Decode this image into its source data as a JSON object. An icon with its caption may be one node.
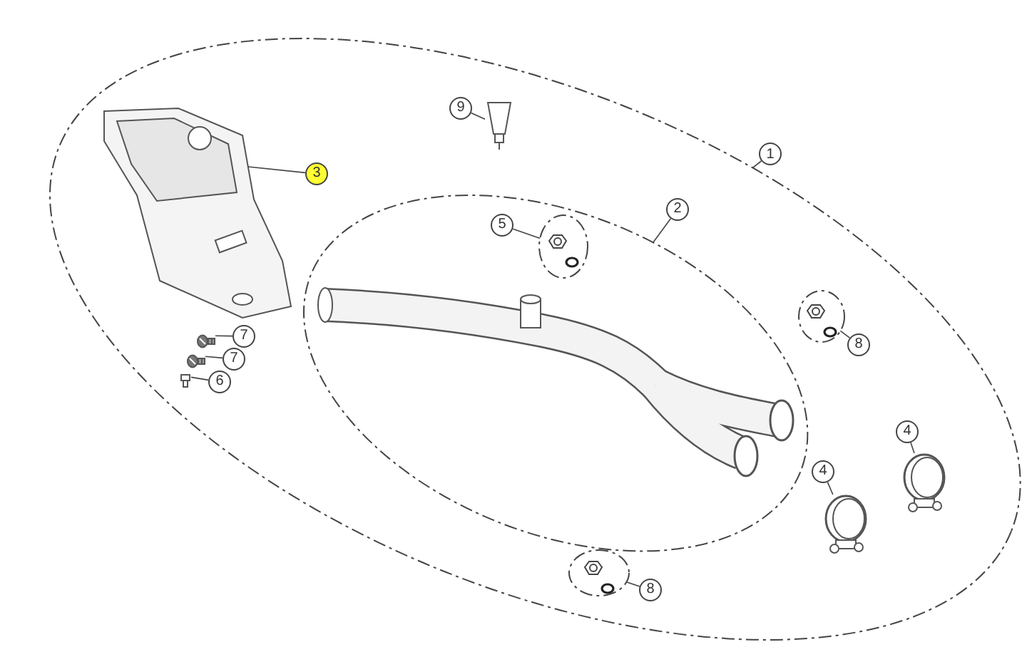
{
  "diagram": {
    "nodes": [
      {
        "text": [],
        "shape": "ellipse"
      },
      {
        "text": [
          "1"
        ]
      },
      {
        "text": [],
        "shape": "picture",
        "in": 0
      },
      {
        "text": [
          "3"
        ],
        "in": 0
      },
      {
        "text": [],
        "shape": "picture",
        "in": 0
      },
      {
        "text": [
          "7"
        ],
        "in": 0
      },
      {
        "text": [],
        "shape": "picture",
        "in": 0
      },
      {
        "text": [
          "7"
        ],
        "in": 0
      },
      {
        "text": [],
        "shape": "picture",
        "in": 0
      },
      {
        "text": [
          "6"
        ],
        "in": 0
      },
      {
        "text": [],
        "shape": "picture",
        "in": 0
      },
      {
        "text": [
          "9"
        ],
        "in": 0
      },
      {
        "text": [],
        "shape": "ellipse",
        "in": 0
      },
      {
        "text": [
          "2"
        ],
        "in": 0
      },
      {
        "text": [],
        "shape": "ellipse",
        "in": 12
      },
      {
        "text": [
          "5"
        ],
        "in": 12
      },
      {
        "text": [],
        "shape": "picture",
        "in": 12
      },
      {
        "text": [],
        "shape": "ellipse",
        "in": 0
      },
      {
        "text": [
          "8"
        ],
        "in": 0
      },
      {
        "text": [],
        "shape": "picture",
        "in": 0
      },
      {
        "text": [
          "4"
        ],
        "in": 0
      },
      {
        "text": [],
        "shape": "picture",
        "in": 0
      },
      {
        "text": [
          "4"
        ],
        "in": 0
      },
      {
        "text": [],
        "shape": "ellipse",
        "in": 0
      },
      {
        "text": [
          "8"
        ],
        "in": 0
      }
    ],
    "edges": [
      {
        "from": 1,
        "to": 0,
        "arrow": "none"
      },
      {
        "from": 3,
        "to": 2,
        "arrow": "none"
      },
      {
        "from": 5,
        "to": 4,
        "arrow": "none"
      },
      {
        "from": 7,
        "to": 6,
        "arrow": "none"
      },
      {
        "from": 9,
        "to": 8,
        "arrow": "none"
      },
      {
        "from": 11,
        "to": 10,
        "arrow": "none"
      },
      {
        "from": 13,
        "to": 12,
        "arrow": "none"
      },
      {
        "from": 15,
        "to": 14,
        "arrow": "none"
      },
      {
        "from": 18,
        "to": 17,
        "arrow": "none"
      },
      {
        "from": 20,
        "to": 19,
        "arrow": "none"
      },
      {
        "from": 22,
        "to": 21,
        "arrow": "none"
      },
      {
        "from": 24,
        "to": 23,
        "arrow": "none"
      }
    ]
  }
}
